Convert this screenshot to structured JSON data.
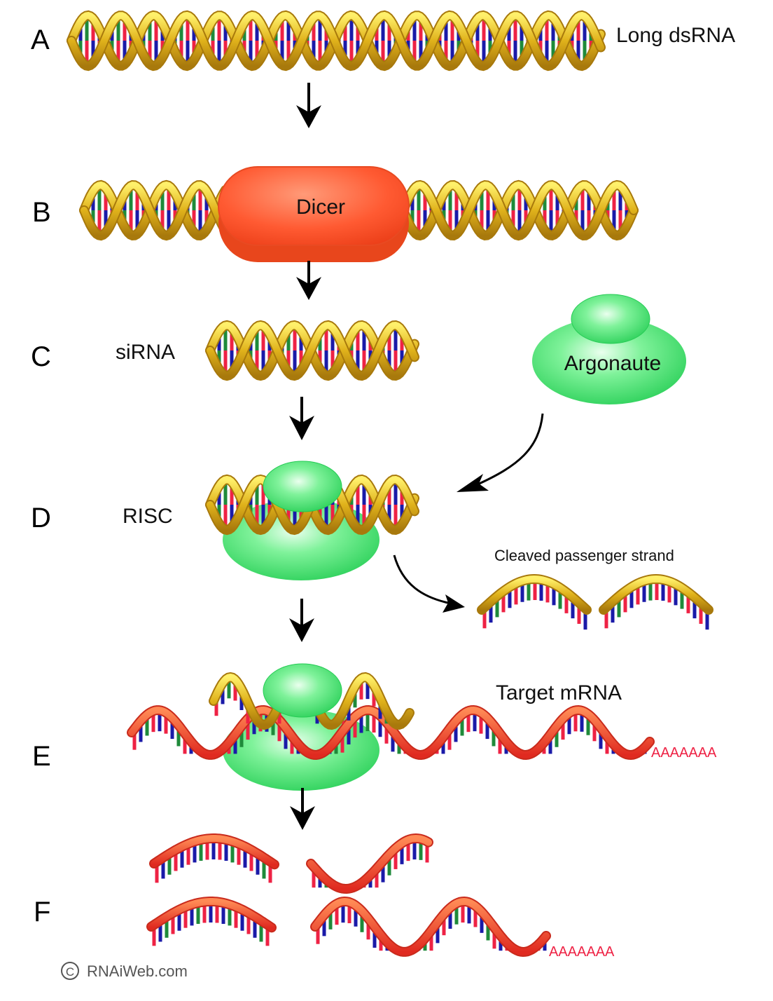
{
  "steps": {
    "a": "A",
    "b": "B",
    "c": "C",
    "d": "D",
    "e": "E",
    "f": "F"
  },
  "labels": {
    "long_dsrna": "Long dsRNA",
    "dicer": "Dicer",
    "sirna": "siRNA",
    "argonaute": "Argonaute",
    "risc": "RISC",
    "cleaved_passenger": "Cleaved passenger strand",
    "target_mrna": "Target mRNA",
    "poly_a_e": "AAAAAAA",
    "poly_a_f": "AAAAAAA",
    "copyright_symbol": "C",
    "copyright": "RNAiWeb.com"
  },
  "colors": {
    "strand_gold": "#e0b21b",
    "strand_gold_dark": "#a8790c",
    "mrna_red": "#e83a2a",
    "mrna_red_light": "#ff7a4a",
    "dicer_red": "#ff5a32",
    "argonaute_green": "#2fd860",
    "base_red": "#ee2244",
    "base_blue": "#1a1aa8",
    "base_green": "#1f8a3a",
    "poly_a": "#ee2244"
  }
}
